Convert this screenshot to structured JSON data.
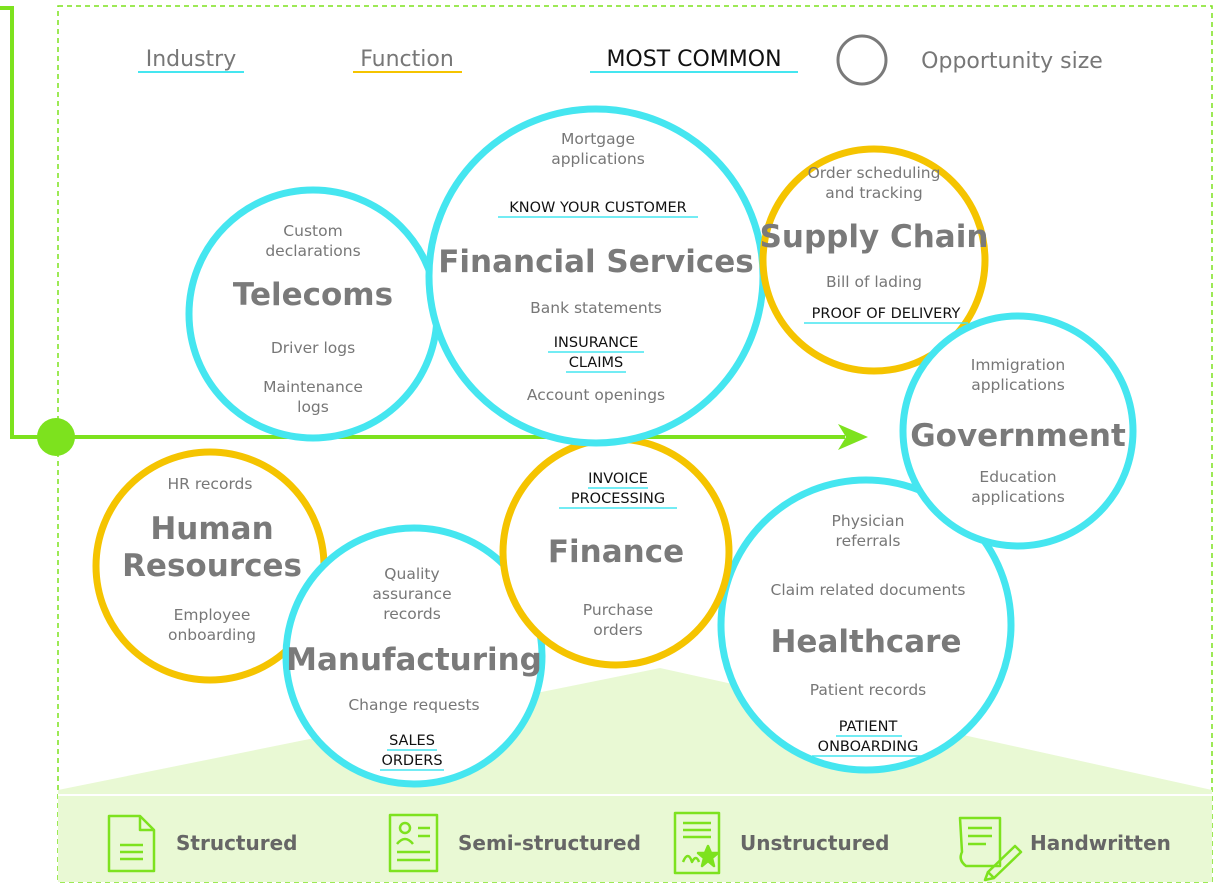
{
  "colors": {
    "industry": "#45e6f0",
    "function": "#f5c400",
    "accent_green": "#7de21e",
    "title_gray": "#7a7a7a",
    "text_gray": "#777777",
    "common_text": "#111111",
    "footer_band": "#e9f9d4"
  },
  "legend": {
    "industry": "Industry",
    "function": "Function",
    "most_common": "MOST COMMON",
    "opportunity_size": "Opportunity size"
  },
  "circles": {
    "telecoms": {
      "title": "Telecoms",
      "custom_1": "Custom",
      "custom_2": "declarations",
      "driver_logs": "Driver logs",
      "maintenance_1": "Maintenance",
      "maintenance_2": "logs"
    },
    "financial_services": {
      "title": "Financial Services",
      "mortgage_1": "Mortgage",
      "mortgage_2": "applications",
      "kyc": "KNOW YOUR CUSTOMER",
      "bank_statements": "Bank statements",
      "insurance_1": "INSURANCE",
      "insurance_2": "CLAIMS",
      "account_openings": "Account openings"
    },
    "supply_chain": {
      "title": "Supply Chain",
      "order_1": "Order scheduling",
      "order_2": "and tracking",
      "bill_of_lading": "Bill of lading",
      "proof_of_delivery": "PROOF OF DELIVERY"
    },
    "government": {
      "title": "Government",
      "immigration_1": "Immigration",
      "immigration_2": "applications",
      "education_1": "Education",
      "education_2": "applications"
    },
    "human_resources": {
      "title_1": "Human",
      "title_2": "Resources",
      "hr_records": "HR records",
      "employee_1": "Employee",
      "employee_2": "onboarding"
    },
    "manufacturing": {
      "title": "Manufacturing",
      "quality_1": "Quality",
      "quality_2": "assurance",
      "quality_3": "records",
      "change_requests": "Change requests",
      "sales_1": "SALES",
      "sales_2": "ORDERS"
    },
    "finance": {
      "title": "Finance",
      "invoice_1": "INVOICE",
      "invoice_2": "PROCESSING",
      "purchase_1": "Purchase",
      "purchase_2": "orders"
    },
    "healthcare": {
      "title": "Healthcare",
      "physician_1": "Physician",
      "physician_2": "referrals",
      "claim_related": "Claim related documents",
      "patient_records": "Patient records",
      "patient_onb_1": "PATIENT",
      "patient_onb_2": "ONBOARDING"
    }
  },
  "document_types": {
    "structured": "Structured",
    "semi_structured": "Semi-structured",
    "unstructured": "Unstructured",
    "handwritten": "Handwritten"
  },
  "icons": {
    "structured": "structured-document-icon",
    "semi_structured": "semi-structured-document-icon",
    "unstructured": "unstructured-document-icon",
    "handwritten": "handwritten-document-icon"
  }
}
